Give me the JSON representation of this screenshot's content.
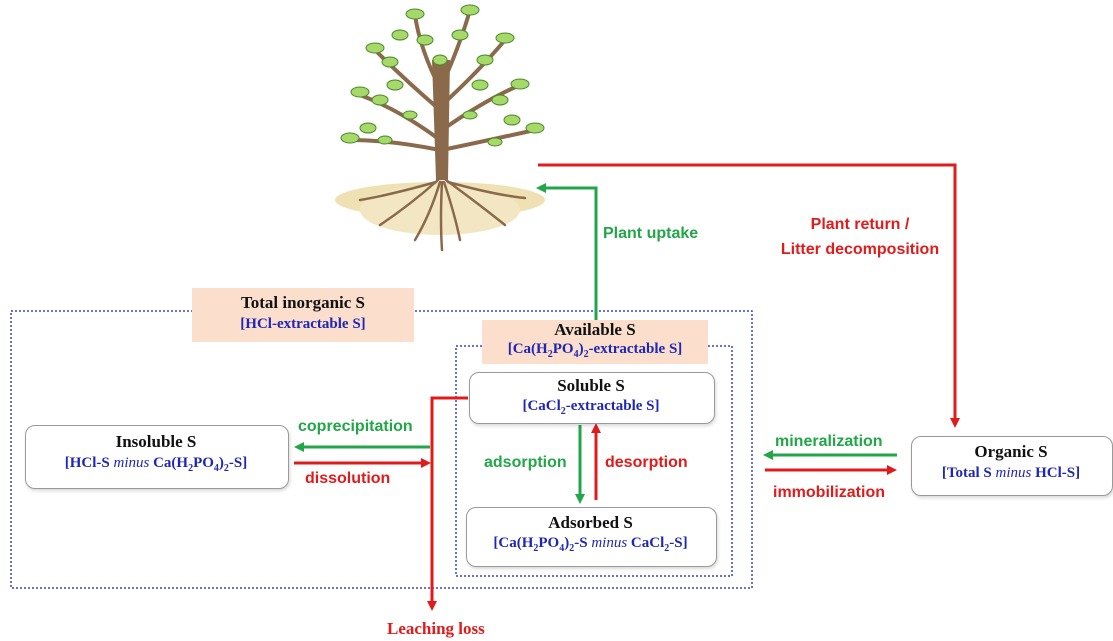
{
  "colors": {
    "green_arrow": "#21a648",
    "red_arrow": "#e01b1b",
    "blue_text": "#1f26b5",
    "dotted_border": "#3540d0",
    "label_bg": "#fbdfcc"
  },
  "tree": {
    "icon": "tree-with-roots-icon"
  },
  "total_inorganic": {
    "title": "Total inorganic S",
    "method": "[HCl-extractable  S]"
  },
  "available": {
    "title": "Available S"
  },
  "soluble": {
    "title": "Soluble S"
  },
  "adsorbed": {
    "title": "Adsorbed S"
  },
  "insoluble": {
    "title": "Insoluble S"
  },
  "organic": {
    "title": "Organic S"
  },
  "flows": {
    "plant_uptake": "Plant uptake",
    "plant_return_line1": "Plant return /",
    "plant_return_line2": "Litter decomposition",
    "coprecipitation": "coprecipitation",
    "dissolution": "dissolution",
    "adsorption": "adsorption",
    "desorption": "desorption",
    "mineralization": "mineralization",
    "immobilization": "immobilization",
    "leaching": "Leaching loss"
  }
}
